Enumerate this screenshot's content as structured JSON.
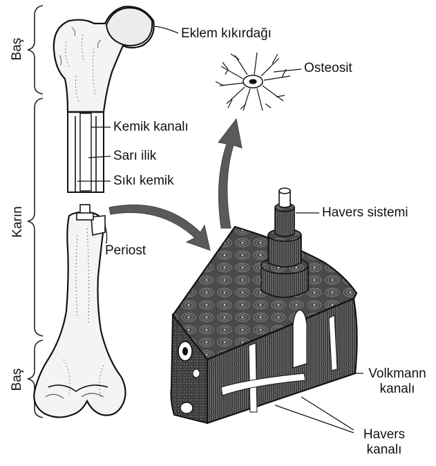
{
  "diagram": {
    "section_labels": {
      "head_top": "Baş",
      "shaft": "Karın",
      "head_bottom": "Baş"
    },
    "labels": {
      "articular_cartilage": "Eklem kıkırdağı",
      "osteocyte": "Osteosit",
      "marrow_canal": "Kemik kanalı",
      "yellow_marrow": "Sarı ilik",
      "compact_bone": "Sıkı kemik",
      "haversian_system": "Havers sistemi",
      "periosteum": "Periost",
      "volkmann_canal_line1": "Volkmann",
      "volkmann_canal_line2": "kanalı",
      "haversian_canal_line1": "Havers",
      "haversian_canal_line2": "kanalı"
    },
    "colors": {
      "ink": "#111111",
      "arrow": "#5a5a5a",
      "bone_fill": "#f2f2f2",
      "bone_texture": "#4a4a4a",
      "background": "#ffffff"
    }
  }
}
